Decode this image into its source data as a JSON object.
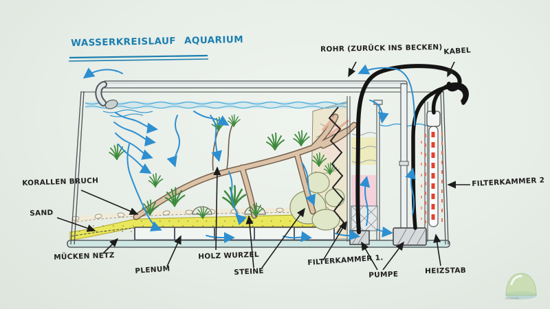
{
  "title": "WASSERKREISLAUF AQUARIUM",
  "labels": {
    "rohr": "ROHR (ZURÜCK INS BECKEN)",
    "kabel": "KABEL",
    "korallen_bruch": "KORALLEN BRUCH",
    "sand": "SAND",
    "muecken_netz": "MÜCKEN NETZ",
    "plenum": "PLENUM",
    "holz_wurzel": "HOLZ WURZEL",
    "steine": "STEINE",
    "filterkammer_1": "FILTERKAMMER 1.",
    "pumpe": "PUMPE",
    "heizstab": "HEIZSTAB",
    "filterkammer_2": "FILTERKAMMER 2"
  },
  "colors": {
    "title_ink": "#1b7fb0",
    "label_ink": "#1f1f1f",
    "water_flow_blue": "#2d8fd0",
    "water_surface": "#57b2de",
    "sand_yellow": "#e9e85c",
    "plant_green": "#3e8b3e",
    "wood_tan": "#dcc3a8",
    "heater_red": "#e2442f",
    "cable_black": "#141414",
    "glass_gray": "#4a5054",
    "background": "#e7ede7"
  },
  "watermark": {
    "icon": "aquarium-dome-logo"
  }
}
